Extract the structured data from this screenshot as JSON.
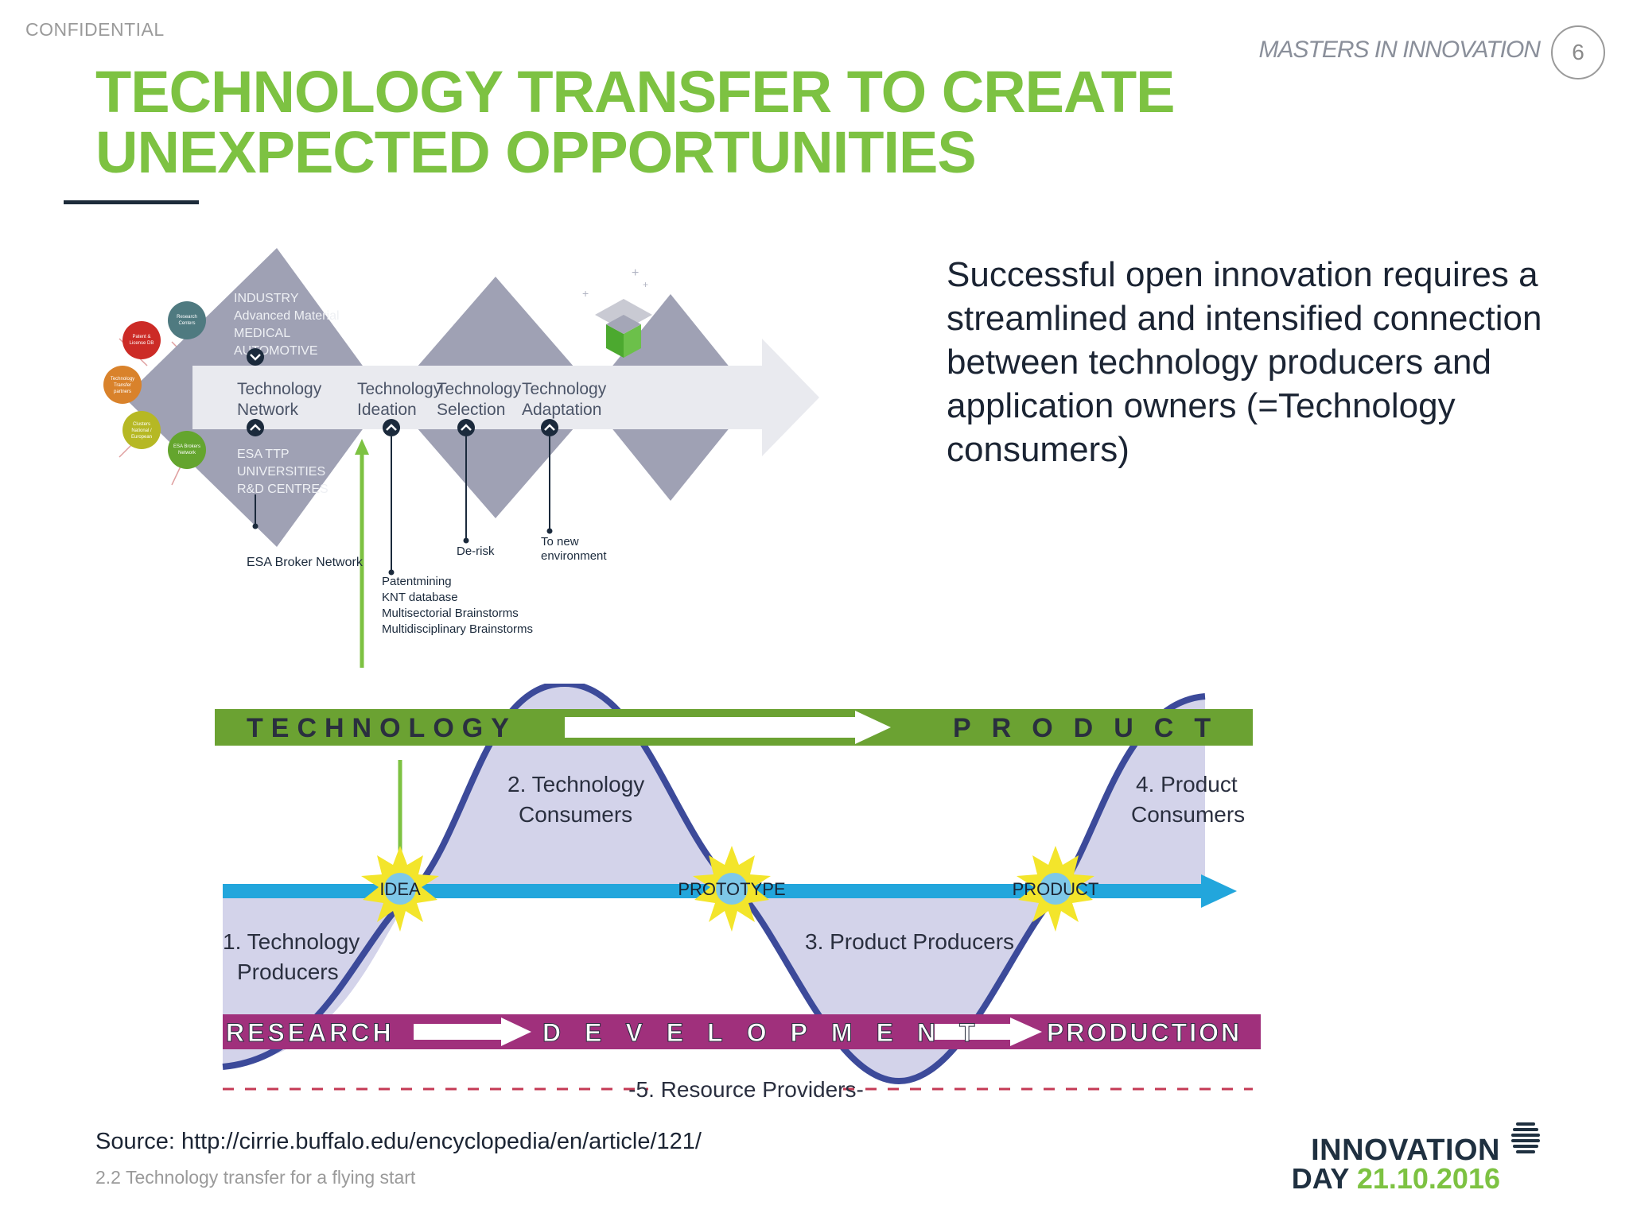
{
  "header": {
    "confidential": "CONFIDENTIAL",
    "masters": "MASTERS IN INNOVATION",
    "page_number": "6",
    "title_line1": "TECHNOLOGY TRANSFER TO CREATE",
    "title_line2": "UNEXPECTED OPPORTUNITIES"
  },
  "side_text": "Successful open innovation requires a streamlined and intensified connection between technology producers and application owners (=Technology consumers)",
  "diagram_top": {
    "industry_lines": [
      "INDUSTRY",
      "Advanced Material",
      "MEDICAL",
      "AUTOMOTIVE"
    ],
    "bottom_lines": [
      "ESA TTP",
      "UNIVERSITIES",
      "R&D CENTRES"
    ],
    "circles": [
      {
        "label": "Research Centers",
        "color": "#4f7a80"
      },
      {
        "label": "Patent & License DB",
        "color": "#cc2b26"
      },
      {
        "label": "Technology Transfer partners",
        "color": "#d9822b"
      },
      {
        "label": "Clusters National / European",
        "color": "#b6b824"
      },
      {
        "label": "ESA Brokers Network",
        "color": "#64a52e"
      }
    ],
    "stages": [
      {
        "line1": "Technology",
        "line2": "Network"
      },
      {
        "line1": "Technology",
        "line2": "Ideation"
      },
      {
        "line1": "Technology",
        "line2": "Selection"
      },
      {
        "line1": "Technology",
        "line2": "Adaptation"
      }
    ],
    "esa_broker": "ESA Broker Network",
    "derisk": "De-risk",
    "to_new": [
      "To new",
      "environment"
    ],
    "ideation_items": [
      "Patentmining",
      "KNT database",
      "Multisectorial Brainstorms",
      "Multidisciplinary Brainstorms"
    ]
  },
  "diagram_bottom": {
    "technology": "TECHNOLOGY",
    "product": "PRODUCT",
    "research": "RESEARCH",
    "development": "DEVELOPMENT",
    "production": "PRODUCTION",
    "idea": "IDEA",
    "prototype": "PROTOTYPE",
    "product_star": "PRODUCT",
    "quad1": [
      "1. Technology",
      "Producers"
    ],
    "quad2": [
      "2. Technology",
      "Consumers"
    ],
    "quad3": "3. Product Producers",
    "quad4": [
      "4. Product",
      "Consumers"
    ],
    "resource": "-5. Resource Providers-"
  },
  "footer": {
    "source": "Source: http://cirrie.buffalo.edu/encyclopedia/en/article/121/",
    "section": "2.2 Technology transfer for a flying start",
    "logo_line1": "INNOVATION",
    "logo_day": "DAY",
    "logo_date": "21.10.2016"
  }
}
